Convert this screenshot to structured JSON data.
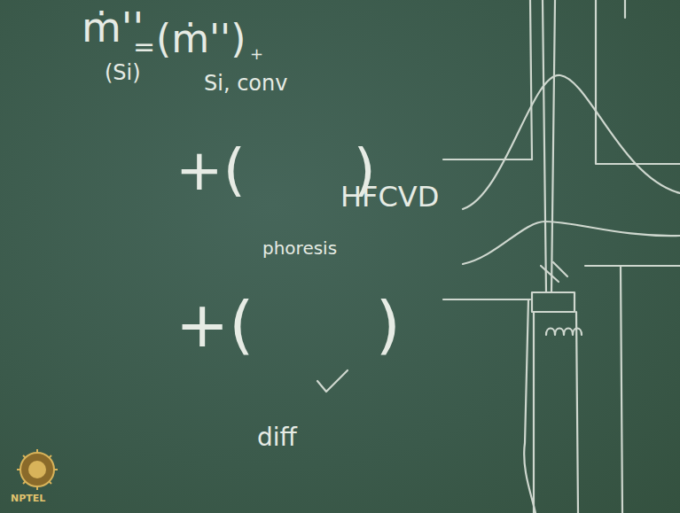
{
  "diagram": {
    "labels": [
      "ṁ''",
      "(Si)",
      "=",
      "(ṁ'')",
      "+",
      "Si, conv",
      "+(      )",
      "phoresis",
      "+(      )",
      "diff",
      "HFCVD",
      "NPTEL"
    ]
  }
}
